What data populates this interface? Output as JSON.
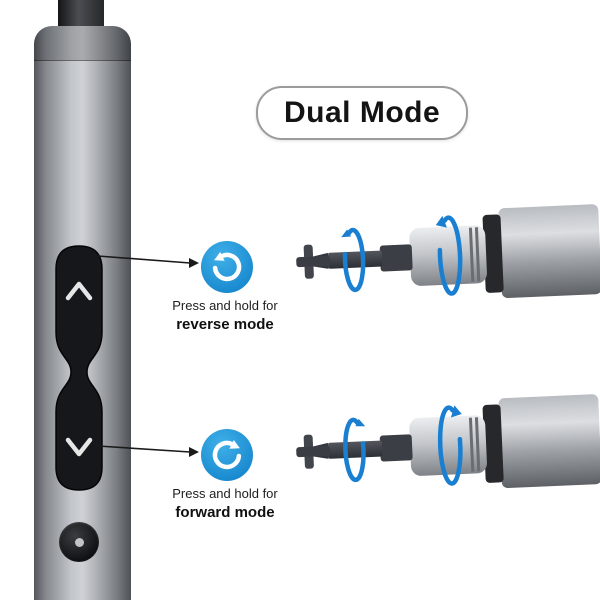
{
  "title_badge": {
    "label": "Dual Mode"
  },
  "annotations": [
    {
      "id": "reverse",
      "icon": "ccw-rotation-icon",
      "line1": "Press and hold for",
      "line2": "reverse mode"
    },
    {
      "id": "forward",
      "icon": "cw-rotation-icon",
      "line1": "Press and hold for",
      "line2": "forward mode"
    }
  ],
  "device": {
    "type": "pen-style electric screwdriver",
    "buttons": [
      {
        "name": "up-button",
        "symbol": "∧"
      },
      {
        "name": "down-button",
        "symbol": "∨"
      },
      {
        "name": "rear-button",
        "symbol": "•"
      }
    ]
  },
  "illustrations": [
    {
      "name": "driver-bit-spinning-reverse",
      "rotation": "counterclockwise"
    },
    {
      "name": "driver-bit-spinning-forward",
      "rotation": "clockwise"
    }
  ],
  "colors": {
    "accent_blue": "#1b8ed5",
    "panel_black": "#16171a",
    "body_gray": "#b4b7bb",
    "leader_line": "#1a1a1a",
    "text_dark": "#1e1e1e"
  }
}
